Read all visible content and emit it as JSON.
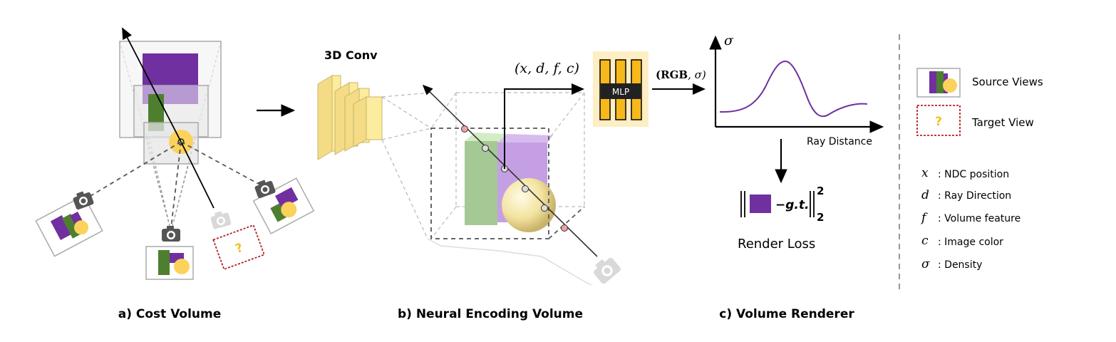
{
  "labels": {
    "a": "a) Cost Volume",
    "b": "b) Neural Encoding Volume",
    "c": "c) Volume Renderer"
  },
  "conv3d": "3D Conv",
  "mlp": {
    "label": "MLP",
    "input": "(x, d, f, c)",
    "output_bold": "(RGB",
    "output_rest": ", σ)"
  },
  "plot": {
    "y_label": "σ",
    "x_label": "Ray Distance"
  },
  "loss": {
    "gt": "−g.t.",
    "sup": "2",
    "sub": "2",
    "label": "Render Loss"
  },
  "target_mark": "?",
  "legend": {
    "source": "Source Views",
    "target": "Target View",
    "target_mark": "?",
    "symbols": [
      {
        "sym": "x",
        "desc": ": NDC position"
      },
      {
        "sym": "d",
        "desc": ": Ray Direction"
      },
      {
        "sym": "f",
        "desc": ": Volume feature"
      },
      {
        "sym": "c",
        "desc": ": Image color"
      },
      {
        "sym": "σ",
        "desc": ": Density"
      }
    ]
  },
  "colors": {
    "purple": "#7030a0",
    "green": "#4e7f2f",
    "yellow": "#fbd25c",
    "mlp_bg": "#fdeec3",
    "mlp_bar": "#f7b81c",
    "conv": "#fbec9e",
    "target_border": "#b22222"
  }
}
